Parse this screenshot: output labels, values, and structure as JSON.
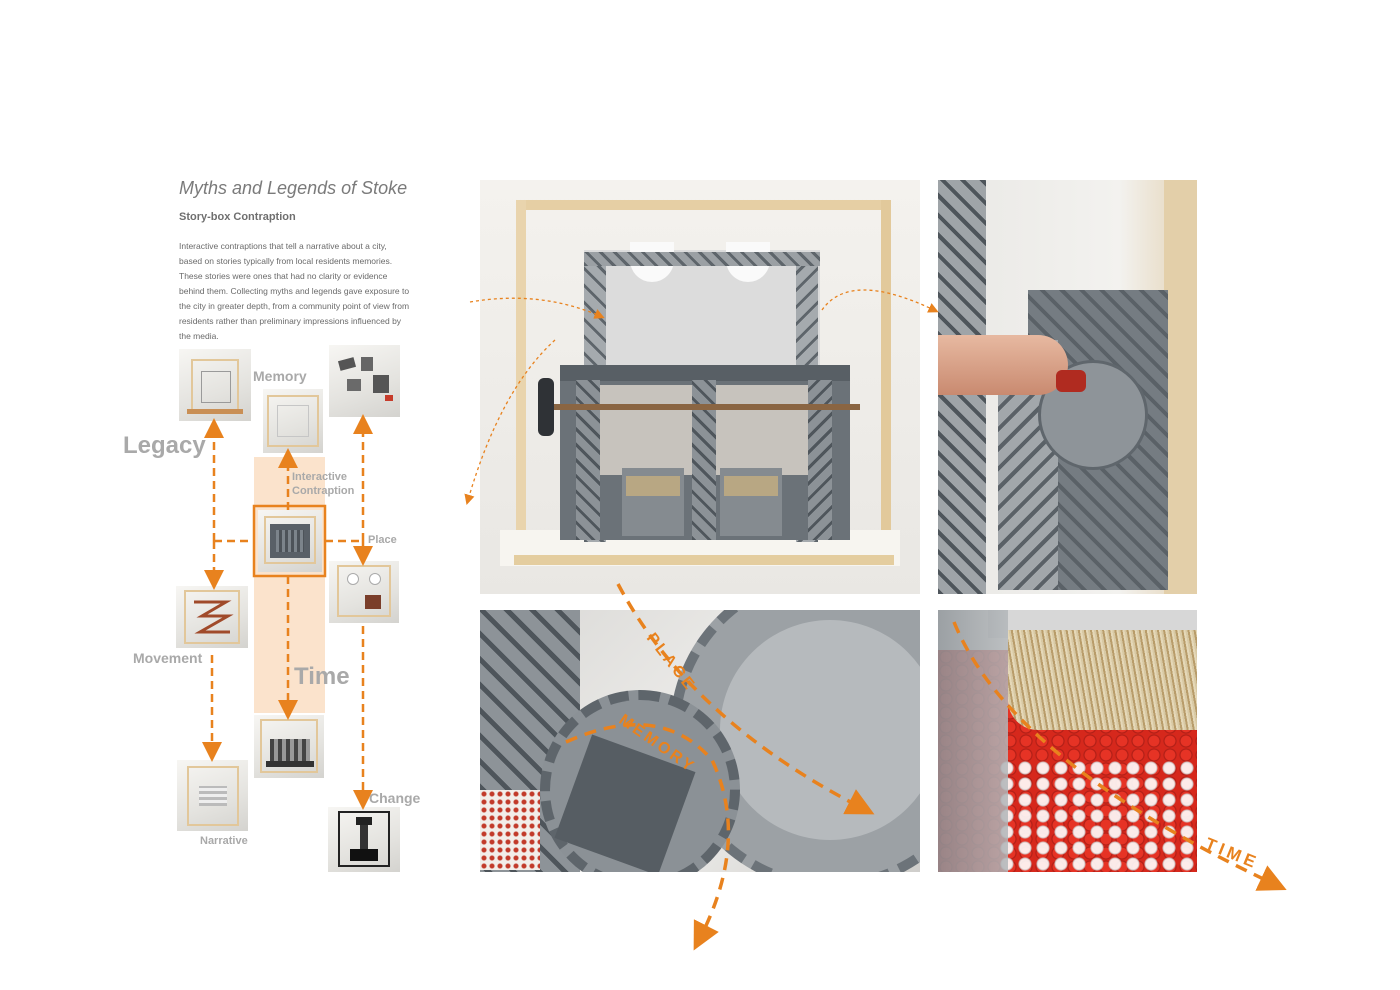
{
  "header": {
    "title": "Myths and Legends of Stoke",
    "subtitle": "Story-box Contraption",
    "description": "Interactive contraptions that tell a narrative about a city, based on stories typically from local residents memories. These stories were ones that had no clarity or evidence behind them. Collecting myths and legends gave exposure to the city in greater depth, from a community point of view from residents rather than preliminary impressions influenced by the media."
  },
  "diagram": {
    "labels": {
      "legacy": "Legacy",
      "memory": "Memory",
      "interactive": "Interactive Contraption",
      "place": "Place",
      "movement": "Movement",
      "time": "Time",
      "change": "Change",
      "narrative": "Narrative"
    }
  },
  "photo_annotations": {
    "place": "PLACE",
    "memory": "MEMORY",
    "time": "TIME"
  },
  "colors": {
    "accent": "#e8821e",
    "highlight_band": "#fbe3cc",
    "label_gray": "#a9a9a9",
    "text_gray": "#6a6a6a"
  }
}
